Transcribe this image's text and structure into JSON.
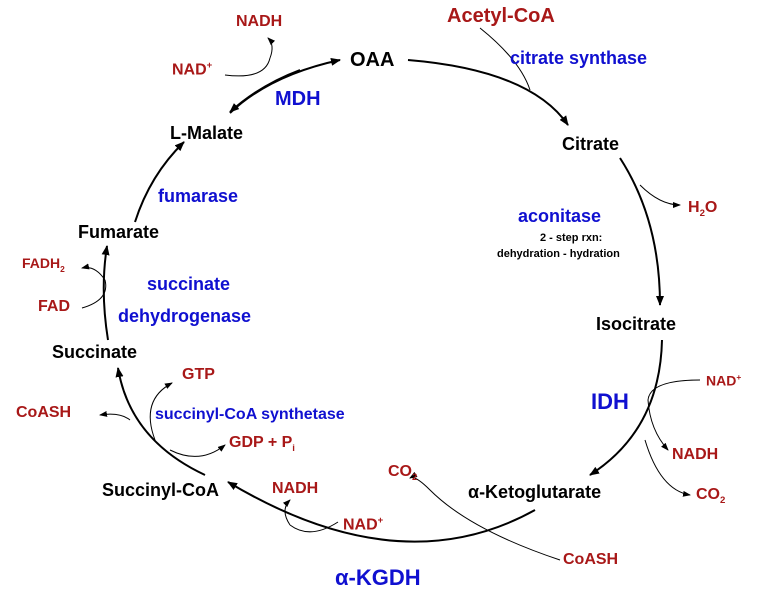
{
  "metabolites": {
    "oaa": "OAA",
    "citrate": "Citrate",
    "isocitrate": "Isocitrate",
    "akg": "α-Ketoglutarate",
    "succinyl_coa": "Succinyl-CoA",
    "succinate": "Succinate",
    "fumarate": "Fumarate",
    "malate": "L-Malate"
  },
  "enzymes": {
    "citrate_synthase": "citrate synthase",
    "aconitase": "aconitase",
    "aconitase_note_1": "2 - step rxn:",
    "aconitase_note_2": "dehydration - hydration",
    "idh": "IDH",
    "akgdh": "α-KGDH",
    "scs": "succinyl-CoA synthetase",
    "sdh_1": "succinate",
    "sdh_2": "dehydrogenase",
    "fumarase": "fumarase",
    "mdh": "MDH"
  },
  "cofactors": {
    "acetyl_coa": "Acetyl-CoA",
    "h2o": "H",
    "h2o_sub": "2",
    "h2o_end": "O",
    "idh_nad": "NAD",
    "idh_nad_sup": "+",
    "idh_nadh": "NADH",
    "idh_co2": "CO",
    "idh_co2_sub": "2",
    "kg_coash": "CoASH",
    "kg_co2": "CO",
    "kg_co2_sub": "2",
    "kg_nad": "NAD",
    "kg_nad_sup": "+",
    "kg_nadh": "NADH",
    "gdp": "GDP + P",
    "gdp_sub": "i",
    "gtp": "GTP",
    "scs_coash": "CoASH",
    "fad": "FAD",
    "fadh2": "FADH",
    "fadh2_sub": "2",
    "mdh_nad": "NAD",
    "mdh_nad_sup": "+",
    "mdh_nadh": "NADH"
  },
  "colors": {
    "metabolite": "#000000",
    "cofactor": "#a81818",
    "enzyme": "#1010d0"
  }
}
